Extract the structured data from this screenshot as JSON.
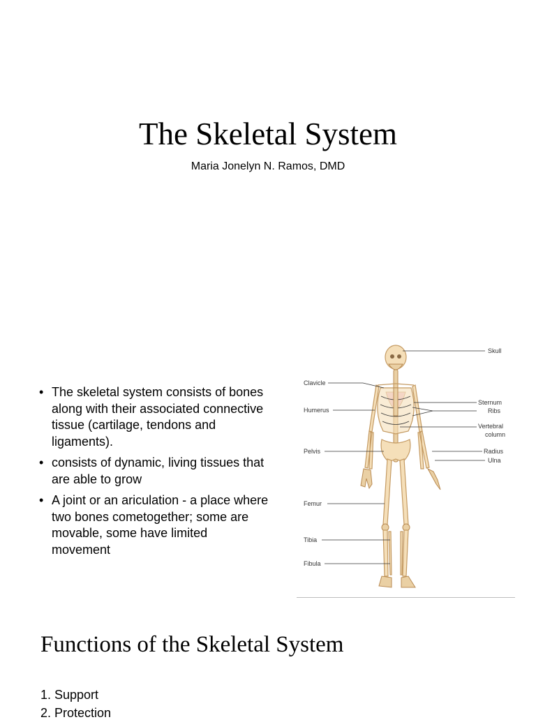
{
  "slide1": {
    "title": "The Skeletal System",
    "subtitle": "Maria Jonelyn N. Ramos, DMD"
  },
  "slide2": {
    "bullets": [
      "The skeletal system consists of bones along with their associated connective tissue (cartilage, tendons and ligaments).",
      "consists of dynamic, living tissues that are able to grow",
      "A joint or an ariculation - a place where two bones cometogether; some are movable, some have limited movement"
    ],
    "bullet_symbol": "•",
    "diagram_labels": {
      "skull": "Skull",
      "clavicle": "Clavicle",
      "humerus": "Humerus",
      "sternum": "Sternum",
      "ribs": "Ribs",
      "vertebral_column_1": "Vertebral",
      "vertebral_column_2": "column",
      "pelvis": "Pelvis",
      "radius": "Radius",
      "ulna": "Ulna",
      "femur": "Femur",
      "tibia": "Tibia",
      "fibula": "Fibula"
    }
  },
  "slide3": {
    "heading": "Functions of the Skeletal System",
    "items": [
      "1. Support",
      "2. Protection"
    ]
  },
  "colors": {
    "bone_fill": "#f5dfb9",
    "bone_outline": "#c49a62",
    "cartilage": "#f3c8d6"
  }
}
